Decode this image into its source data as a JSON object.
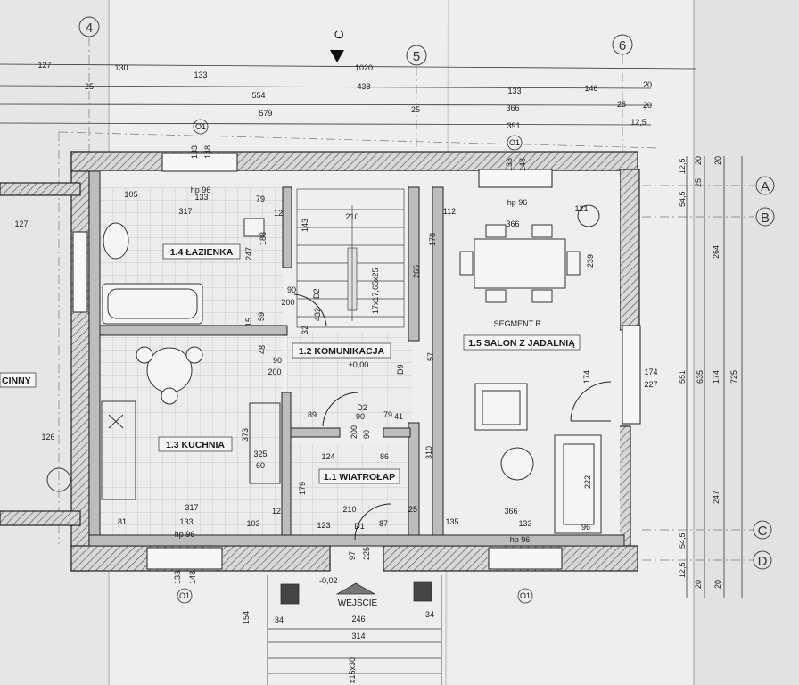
{
  "rooms": {
    "bathroom": "1.4 ŁAZIENKA",
    "hall": "1.2 KOMUNIKACJA",
    "kitchen": "1.3 KUCHNIA",
    "vestibule": "1.1 WIATROŁAP",
    "living": "1.5 SALON Z JADALNIĄ",
    "segment": "SEGMENT B",
    "neighbor": "CINNY"
  },
  "labels": {
    "entrance": "WEJŚCIE",
    "level_zero": "±0,00",
    "level_minus": "-0,02",
    "stairs": "17x17,65x25",
    "steps": "x15x30"
  },
  "axes": {
    "col_4": "4",
    "col_5": "5",
    "col_6": "6",
    "row_a": "A",
    "row_b": "B",
    "row_c": "C",
    "row_d": "D",
    "section": "C"
  },
  "window_codes": {
    "o1": "O1",
    "d1": "D1",
    "d2": "D2",
    "d9": "D9",
    "hp": "hp 96"
  },
  "dimensions": {
    "top_1": [
      "127",
      "130",
      "133",
      "1020"
    ],
    "top_2": [
      "25",
      "438",
      "133",
      "146",
      "20"
    ],
    "top_3": [
      "554",
      "366",
      "25",
      "20"
    ],
    "top_4": [
      "579",
      "25",
      "391",
      "12,5"
    ],
    "window_top": [
      "133",
      "148"
    ],
    "interior": [
      "105",
      "133",
      "79",
      "317",
      "12",
      "210",
      "112",
      "366",
      "121",
      "127",
      "143",
      "188",
      "247",
      "178",
      "239",
      "265",
      "90",
      "200",
      "432",
      "15",
      "59",
      "32",
      "48",
      "57",
      "90",
      "200",
      "89",
      "79",
      "90",
      "41",
      "373",
      "325",
      "60",
      "124",
      "86",
      "310",
      "126",
      "179",
      "222",
      "174",
      "174",
      "227",
      "210",
      "90",
      "200",
      "81",
      "133",
      "103",
      "12",
      "123",
      "87",
      "25",
      "135",
      "133",
      "366",
      "96",
      "317"
    ],
    "right": [
      "20",
      "20",
      "12,5",
      "25",
      "54,5",
      "264",
      "174",
      "635",
      "725",
      "551",
      "247",
      "54,5",
      "12,5",
      "20",
      "20"
    ],
    "bottom": [
      "97",
      "225",
      "154",
      "34",
      "246",
      "34",
      "314",
      "133",
      "148"
    ]
  }
}
